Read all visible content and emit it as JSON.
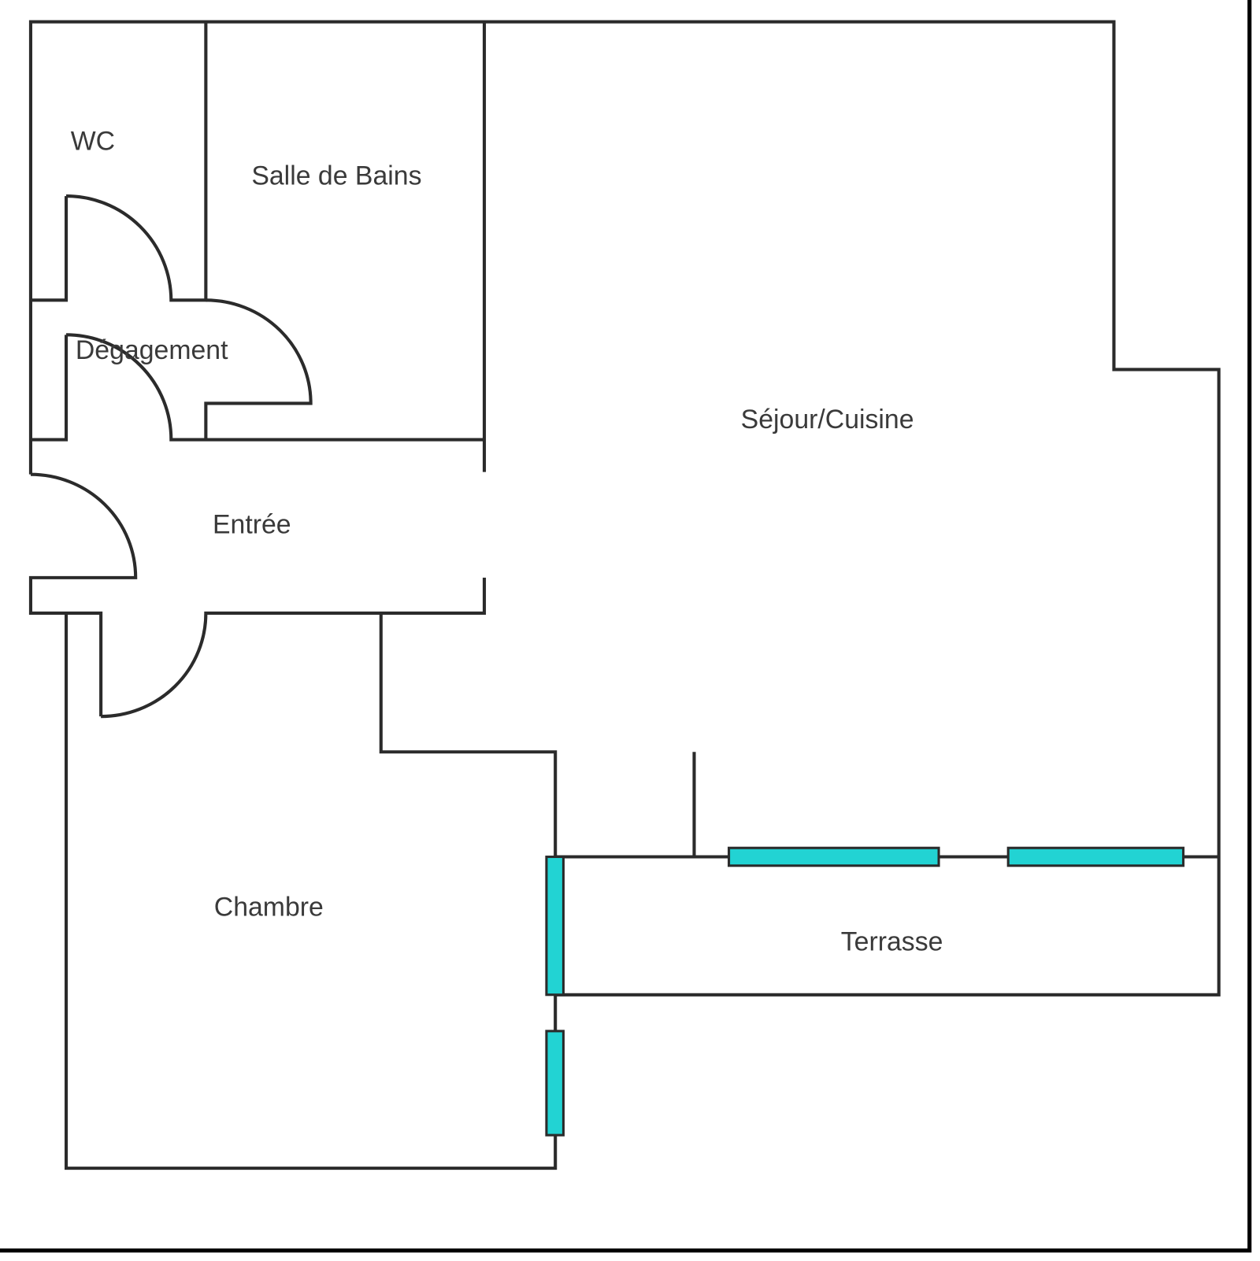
{
  "plan": {
    "rooms": [
      {
        "id": "wc",
        "label": "WC"
      },
      {
        "id": "salle-de-bains",
        "label": "Salle de Bains"
      },
      {
        "id": "degagement",
        "label": "Dégagement"
      },
      {
        "id": "sejour-cuisine",
        "label": "Séjour/Cuisine"
      },
      {
        "id": "entree",
        "label": "Entrée"
      },
      {
        "id": "chambre",
        "label": "Chambre"
      },
      {
        "id": "terrasse",
        "label": "Terrasse"
      }
    ],
    "colors": {
      "wall": "#2b2b2b",
      "window": "#22d3d3",
      "text": "#3a3a3a"
    }
  }
}
